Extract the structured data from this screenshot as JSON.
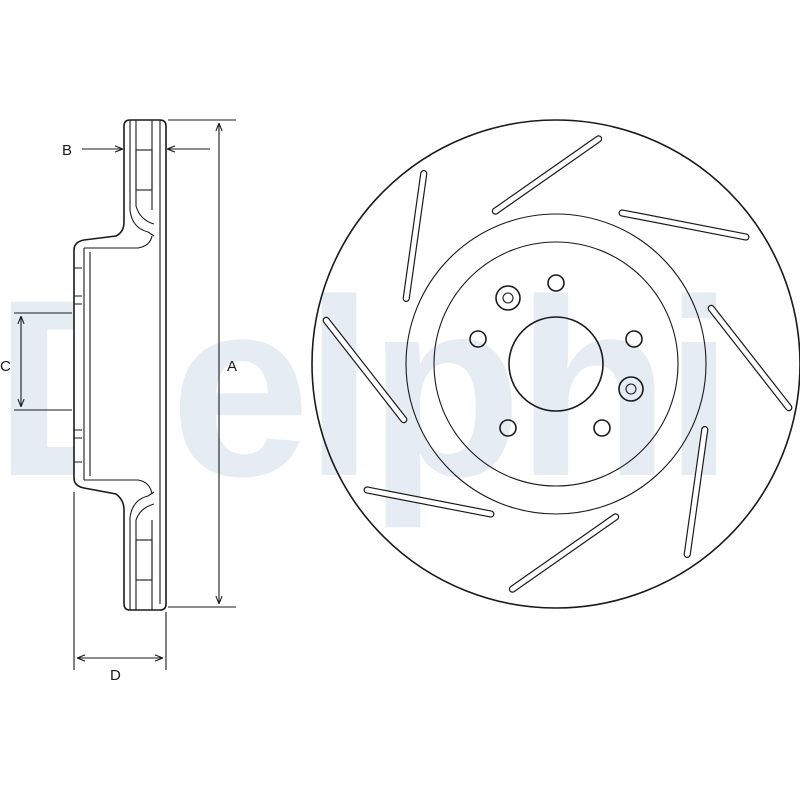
{
  "watermark": {
    "text": "Delphi",
    "color": "#e6ecf4"
  },
  "dimensions": {
    "a": "A",
    "b": "B",
    "c": "C",
    "d": "D"
  },
  "colors": {
    "line": "#1a1a1a",
    "background": "#ffffff"
  }
}
